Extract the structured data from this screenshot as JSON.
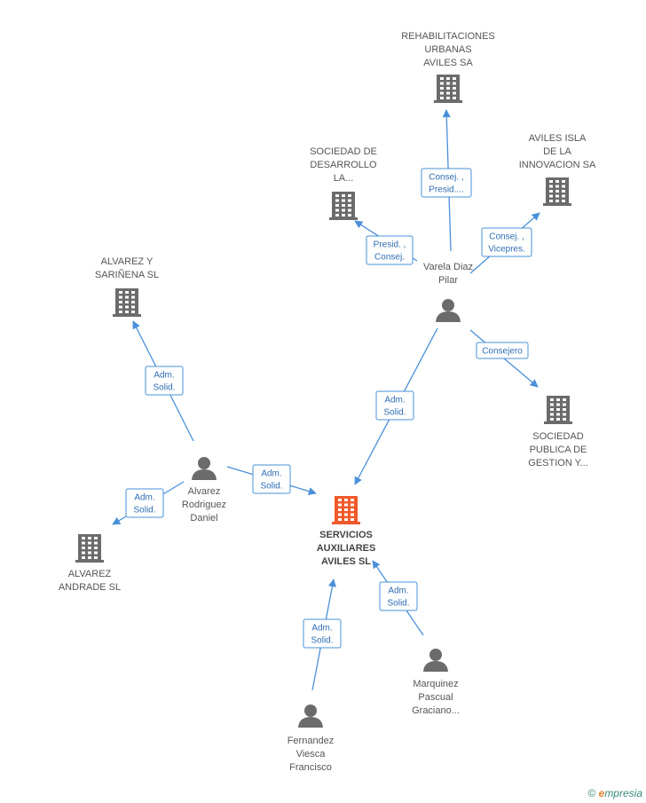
{
  "colors": {
    "edge": "#4a90d9",
    "edge_text": "#2e6db4",
    "node_default": "#6b6b6b",
    "node_center": "#f0592a"
  },
  "nodes": [
    {
      "id": "center",
      "kind": "company",
      "center": true,
      "label": [
        "SERVICIOS",
        "AUXILIARES",
        "AVILES SL"
      ]
    },
    {
      "id": "rehab",
      "kind": "company",
      "label": [
        "REHABILITACIONES",
        "URBANAS",
        "AVILES SA"
      ]
    },
    {
      "id": "sodes",
      "kind": "company",
      "label": [
        "SOCIEDAD DE",
        "DESARROLLO",
        "LA..."
      ]
    },
    {
      "id": "isla",
      "kind": "company",
      "label": [
        "AVILES ISLA",
        "DE LA",
        "INNOVACION SA"
      ]
    },
    {
      "id": "alvsar",
      "kind": "company",
      "label": [
        "ALVAREZ Y",
        "SARIÑENA SL"
      ]
    },
    {
      "id": "sopub",
      "kind": "company",
      "label": [
        "SOCIEDAD",
        "PUBLICA DE",
        "GESTION Y..."
      ]
    },
    {
      "id": "alvand",
      "kind": "company",
      "label": [
        "ALVAREZ",
        "ANDRADE SL"
      ]
    },
    {
      "id": "varela",
      "kind": "person",
      "label": [
        "Varela Diaz",
        "Pilar"
      ]
    },
    {
      "id": "alvrod",
      "kind": "person",
      "label": [
        "Alvarez",
        "Rodriguez",
        "Daniel"
      ]
    },
    {
      "id": "marq",
      "kind": "person",
      "label": [
        "Marquinez",
        "Pascual",
        "Graciano..."
      ]
    },
    {
      "id": "fern",
      "kind": "person",
      "label": [
        "Fernandez",
        "Viesca",
        "Francisco"
      ]
    }
  ],
  "edges": [
    {
      "from": "varela",
      "to": "rehab",
      "label": [
        "Consej. ,",
        "Presid...."
      ]
    },
    {
      "from": "varela",
      "to": "sodes",
      "label": [
        "Presid. ,",
        "Consej."
      ]
    },
    {
      "from": "varela",
      "to": "isla",
      "label": [
        "Consej. ,",
        "Vicepres."
      ]
    },
    {
      "from": "varela",
      "to": "sopub",
      "label": [
        "Consejero"
      ]
    },
    {
      "from": "varela",
      "to": "center",
      "label": [
        "Adm.",
        "Solid."
      ]
    },
    {
      "from": "alvrod",
      "to": "alvsar",
      "label": [
        "Adm.",
        "Solid."
      ]
    },
    {
      "from": "alvrod",
      "to": "center",
      "label": [
        "Adm.",
        "Solid."
      ]
    },
    {
      "from": "alvrod",
      "to": "alvand",
      "label": [
        "Adm.",
        "Solid."
      ]
    },
    {
      "from": "marq",
      "to": "center",
      "label": [
        "Adm.",
        "Solid."
      ]
    },
    {
      "from": "fern",
      "to": "center",
      "label": [
        "Adm.",
        "Solid."
      ]
    }
  ],
  "brand": {
    "copyright": "©",
    "first_letter": "e",
    "rest": "mpresia"
  }
}
